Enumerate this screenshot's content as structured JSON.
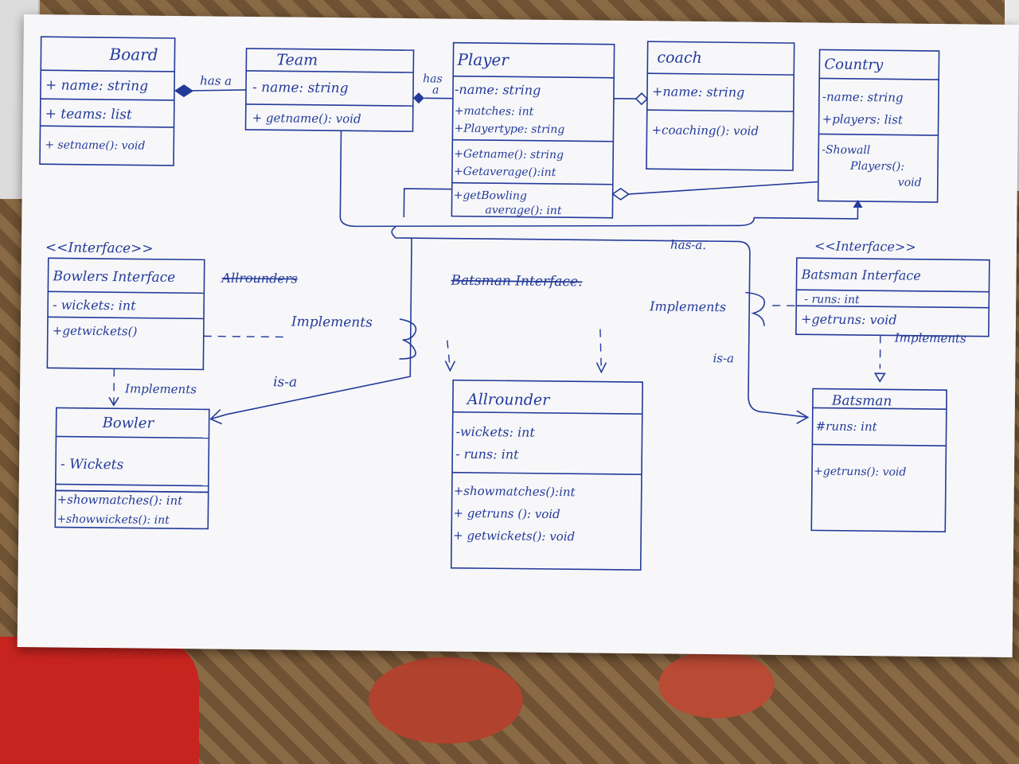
{
  "classes": {
    "board": {
      "name": "Board",
      "attrs": [
        "+ name: string",
        "+ teams: list"
      ],
      "methods": [
        "+ setname(): void"
      ]
    },
    "team": {
      "name": "Team",
      "attrs": [
        "- name: string"
      ],
      "methods": [
        "+ getname(): void"
      ]
    },
    "player": {
      "name": "Player",
      "attrs": [
        "-name: string",
        "+matches: int",
        "+Playertype: string"
      ],
      "methods": [
        "+Getname(): string",
        "+Getaverage():int"
      ],
      "extra": [
        "+getBowling",
        "average(): int"
      ]
    },
    "coach": {
      "name": "coach",
      "attrs": [
        "+name: string"
      ],
      "methods": [
        "+coaching(): void"
      ]
    },
    "country": {
      "name": "Country",
      "attrs": [
        "-name: string",
        "+players: list"
      ],
      "methods": [
        "-Showall",
        "Players():",
        "void"
      ]
    },
    "bowler_interface": {
      "stereotype": "<<Interface>>",
      "name": "Bowlers Interface",
      "attrs": [
        "- wickets: int"
      ],
      "methods": [
        "+getwickets()"
      ]
    },
    "bowler": {
      "name": "Bowler",
      "attrs": [
        "- Wickets"
      ],
      "methods": [
        "+showmatches(): int",
        "+showwickets(): int"
      ]
    },
    "allrounder": {
      "name": "Allrounder",
      "attrs": [
        "-wickets: int",
        "- runs: int"
      ],
      "methods": [
        "+showmatches():int",
        "+ getruns (): void",
        "+ getwickets(): void"
      ]
    },
    "batsman_interface": {
      "stereotype": "<<Interface>>",
      "name": "Batsman Interface",
      "attrs": [
        "- runs: int"
      ],
      "methods": [
        "+getruns: void"
      ]
    },
    "batsman": {
      "name": "Batsman",
      "attrs": [
        "#runs: int"
      ],
      "methods": [
        "+getruns(): void"
      ]
    }
  },
  "labels": {
    "has_a_1": "has a",
    "has_a_2": "has",
    "has_a_2b": "a",
    "has_a_3": "has-a.",
    "allrounders_struck": "Allrounders",
    "batsman_interface_struck": "Batsman Interface.",
    "implements_1": "Implements",
    "implements_2": "Implements",
    "implements_3": "Implements",
    "implements_4": "Implements",
    "is_a_1": "is-a",
    "is_a_2": "is-a"
  },
  "colors": {
    "ink": "#233a9a",
    "paper": "#f7f7f9"
  }
}
